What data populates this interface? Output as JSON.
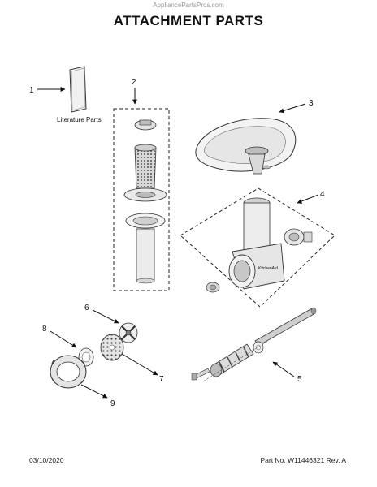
{
  "header": {
    "watermark": "AppliancePartsPros.com",
    "title": "ATTACHMENT PARTS"
  },
  "callouts": {
    "c1": "1",
    "c2": "2",
    "c3": "3",
    "c4": "4",
    "c5": "5",
    "c6": "6",
    "c7": "7",
    "c8": "8",
    "c9": "9"
  },
  "labels": {
    "literature_parts": "Literature Parts",
    "brand_mark": "KitchenAid"
  },
  "footer": {
    "date": "03/10/2020",
    "part_no": "Part No. W11446321  Rev. A"
  }
}
